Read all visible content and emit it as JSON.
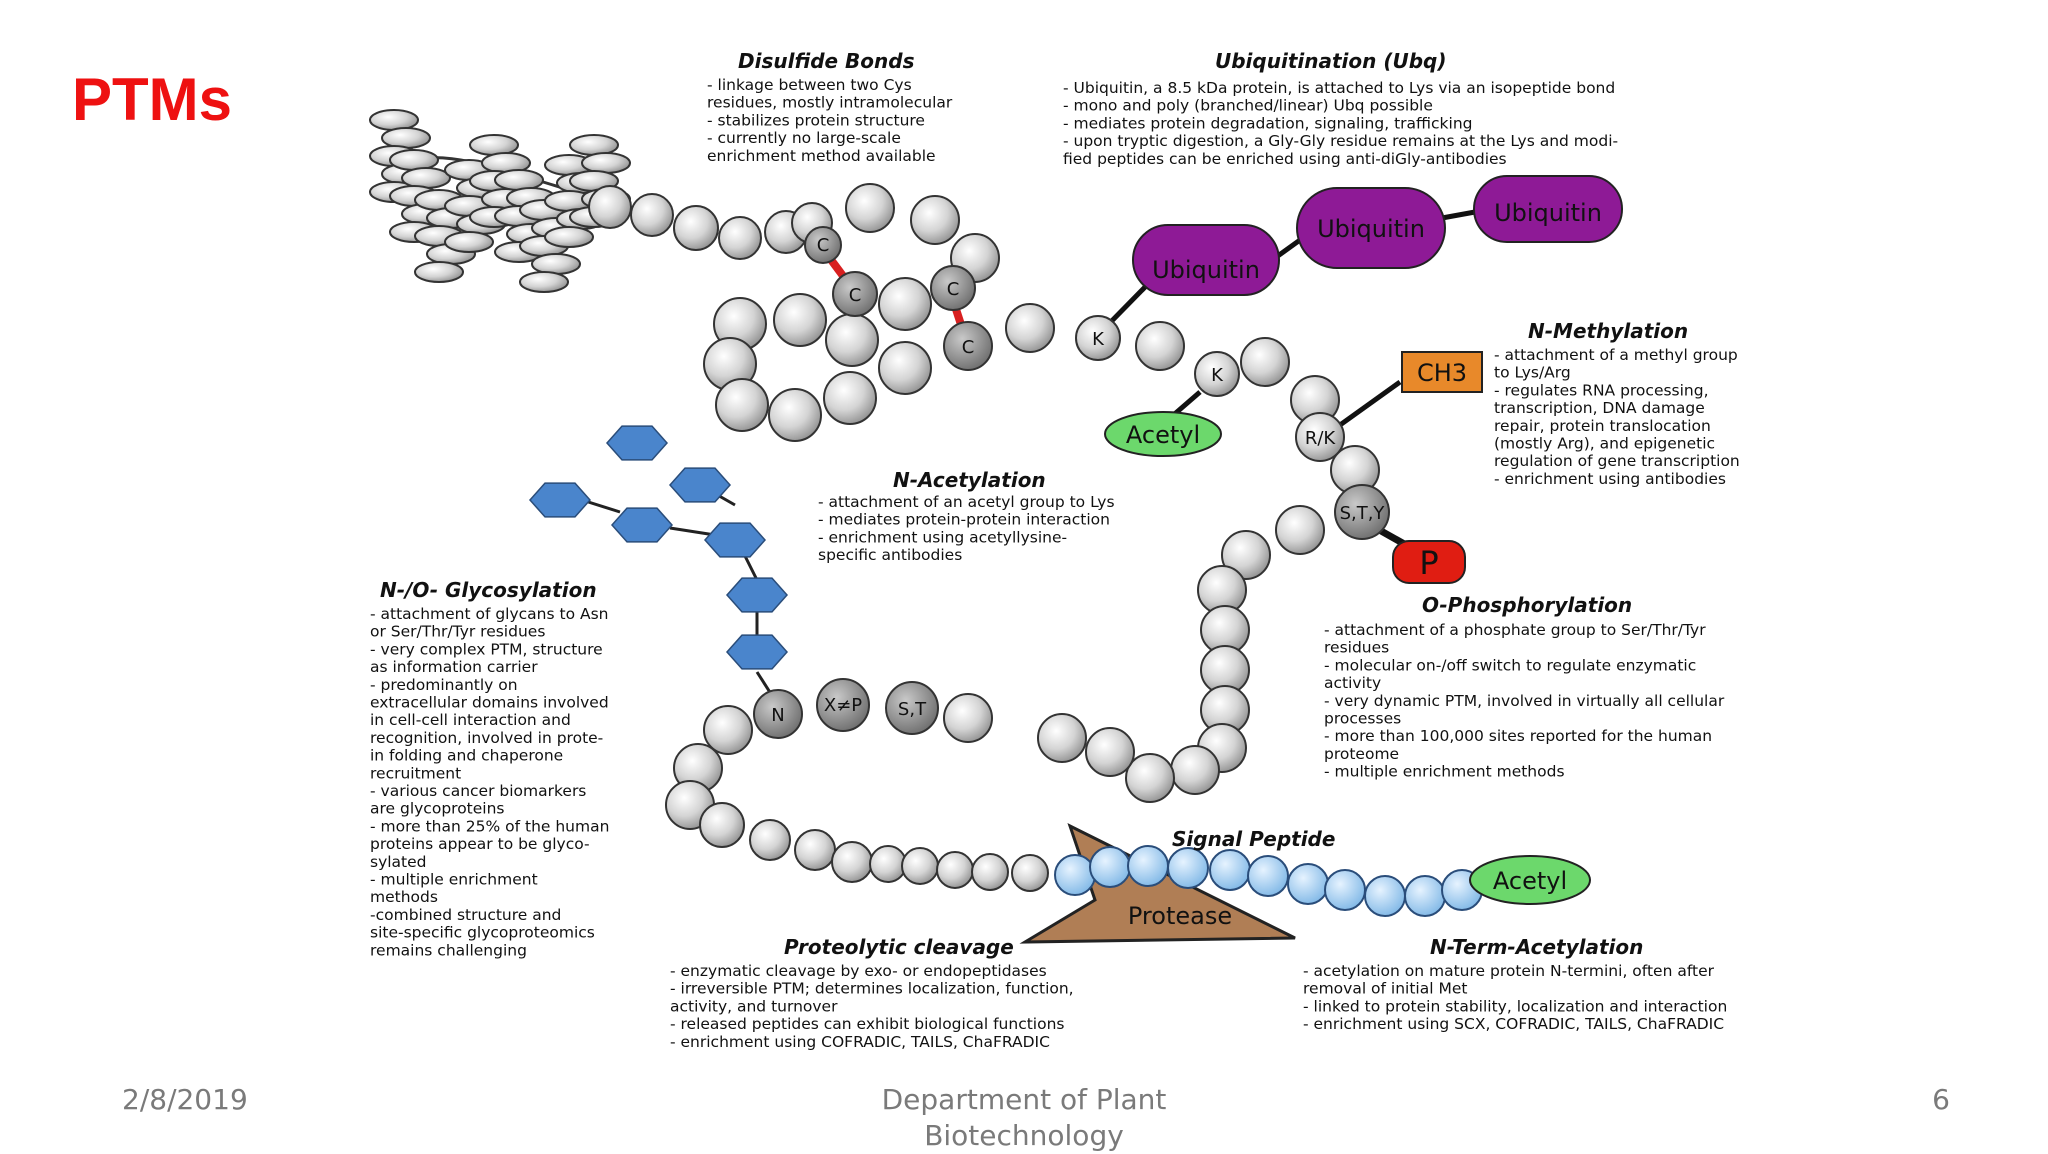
{
  "slide": {
    "title": "PTMs",
    "footer": {
      "date": "2/8/2019",
      "department": "Department of Plant Biotechnology",
      "page": "6"
    }
  },
  "colors": {
    "title": "#ee1111",
    "ubiquitin": "#8e1a96",
    "acetyl": "#6cd86c",
    "methyl": "#e8892a",
    "phosphate": "#e01d12",
    "glycan": "#4a85cc",
    "protease": "#b07e55",
    "signal_peptide": "#a8d0f0",
    "disulfide": "#d82020",
    "residue": "#cfcfcf"
  },
  "labels": {
    "ubiquitin": [
      "Ubiquitin",
      "Ubiquitin",
      "Ubiquitin"
    ],
    "acetyl_k": "Acetyl",
    "acetyl_nterm": "Acetyl",
    "ch3": "CH3",
    "p": "P",
    "protease": "Protease",
    "signal_peptide": "Signal Peptide"
  },
  "residues": {
    "cys": [
      "C",
      "C",
      "C",
      "C"
    ],
    "k1": "K",
    "k2": "K",
    "rk": "R/K",
    "sty": "S,T,Y",
    "n": "N",
    "xp": "X≠P",
    "st": "S,T"
  },
  "sections": {
    "disulfide": {
      "title": "Disulfide Bonds",
      "lines": [
        "- linkage between two Cys",
        "residues, mostly intramolecular",
        "- stabilizes protein structure",
        "- currently no large-scale",
        "enrichment method available"
      ]
    },
    "ubiquitination": {
      "title": "Ubiquitination (Ubq)",
      "lines": [
        "- Ubiquitin, a 8.5 kDa protein, is attached to Lys via an isopeptide bond",
        "- mono and poly (branched/linear) Ubq possible",
        "- mediates protein degradation, signaling, trafficking",
        "- upon tryptic digestion, a Gly-Gly residue remains at the Lys and modi-",
        "fied peptides can be enriched using anti-diGly-antibodies"
      ]
    },
    "methylation": {
      "title": "N-Methylation",
      "lines": [
        "- attachment of a methyl group",
        "to Lys/Arg",
        "- regulates RNA processing,",
        "transcription, DNA damage",
        "repair, protein translocation",
        "(mostly Arg), and epigenetic",
        "regulation of gene transcription",
        "- enrichment using antibodies"
      ]
    },
    "acetylation": {
      "title": "N-Acetylation",
      "lines": [
        "- attachment of an acetyl group to Lys",
        "- mediates protein-protein interaction",
        "- enrichment using acetyllysine-",
        "specific antibodies"
      ]
    },
    "glycosylation": {
      "title": "N-/O- Glycosylation",
      "lines": [
        "- attachment of glycans to Asn",
        "or Ser/Thr/Tyr residues",
        "- very complex PTM, structure",
        "as information carrier",
        "- predominantly on",
        "extracellular domains involved",
        "in cell-cell interaction and",
        "recognition, involved in prote-",
        "in folding and chaperone",
        "recruitment",
        "- various cancer biomarkers",
        "are glycoproteins",
        "- more than 25% of the human",
        "proteins appear to be glyco-",
        "sylated",
        "- multiple enrichment",
        "methods",
        "-combined structure and",
        "site-specific glycoproteomics",
        "remains challenging"
      ]
    },
    "phosphorylation": {
      "title": "O-Phosphorylation",
      "lines": [
        "- attachment of a phosphate group  to Ser/Thr/Tyr",
        "residues",
        "- molecular on-/off switch to regulate enzymatic",
        "activity",
        "- very dynamic PTM, involved in virtually all cellular",
        "processes",
        "- more than 100,000 sites reported for the human",
        "proteome",
        "- multiple enrichment methods"
      ]
    },
    "proteolytic": {
      "title": "Proteolytic cleavage",
      "lines": [
        "- enzymatic cleavage by exo- or endopeptidases",
        "- irreversible PTM; determines localization, function,",
        "activity, and turnover",
        "- released peptides can exhibit biological functions",
        "- enrichment using COFRADIC, TAILS, ChaFRADIC"
      ]
    },
    "nterm": {
      "title": "N-Term-Acetylation",
      "lines": [
        "- acetylation on mature protein N-termini, often after",
        "removal of initial Met",
        "- linked to protein stability, localization and interaction",
        "- enrichment using SCX, COFRADIC, TAILS, ChaFRADIC"
      ]
    }
  }
}
